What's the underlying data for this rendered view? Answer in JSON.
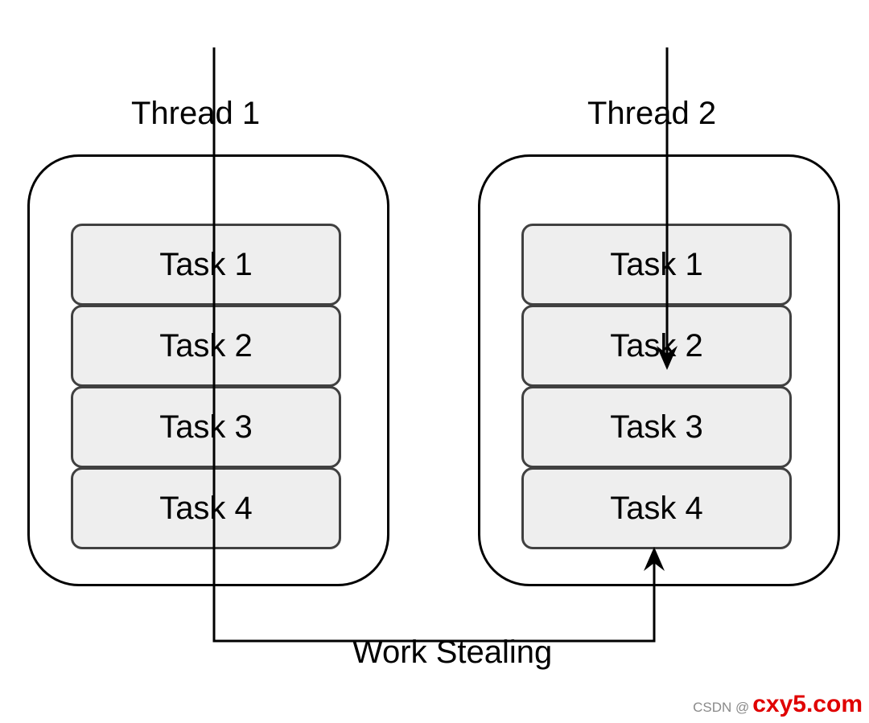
{
  "threads": [
    {
      "title": "Thread 1",
      "tasks": [
        "Task 1",
        "Task 2",
        "Task 3",
        "Task 4"
      ]
    },
    {
      "title": "Thread 2",
      "tasks": [
        "Task 1",
        "Task 2",
        "Task 3",
        "Task 4"
      ]
    }
  ],
  "edge_label": "Work Stealing",
  "footer": {
    "source": "CSDN @",
    "brand": "cxy5.com",
    "brand_color": "#e00000"
  }
}
